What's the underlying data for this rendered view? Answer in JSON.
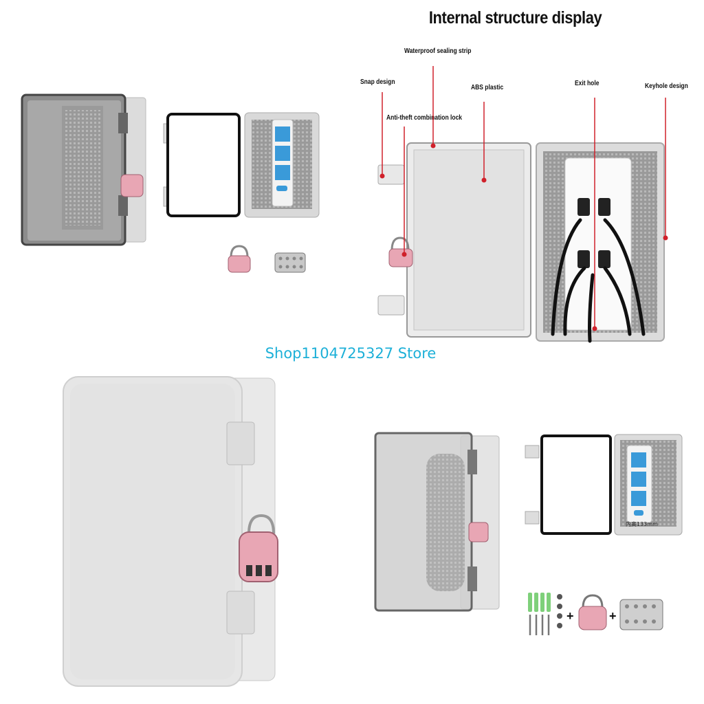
{
  "title": "Internal structure display",
  "callouts": {
    "sealing_strip": "Waterproof sealing strip",
    "snap": "Snap design",
    "abs": "ABS plastic",
    "exit": "Exit hole",
    "keyhole": "Keyhole design",
    "lock": "Anti-theft combination lock"
  },
  "store_name": "Shop1104725327 Store",
  "dimension_label": "内高133mm",
  "colors": {
    "store_text": "#1db0d8",
    "callout_line": "#d0202a",
    "lock_pink": "#e8a6b4",
    "socket_blue": "#3a9ad9",
    "enclosure_grey": "#e6e6e6"
  }
}
